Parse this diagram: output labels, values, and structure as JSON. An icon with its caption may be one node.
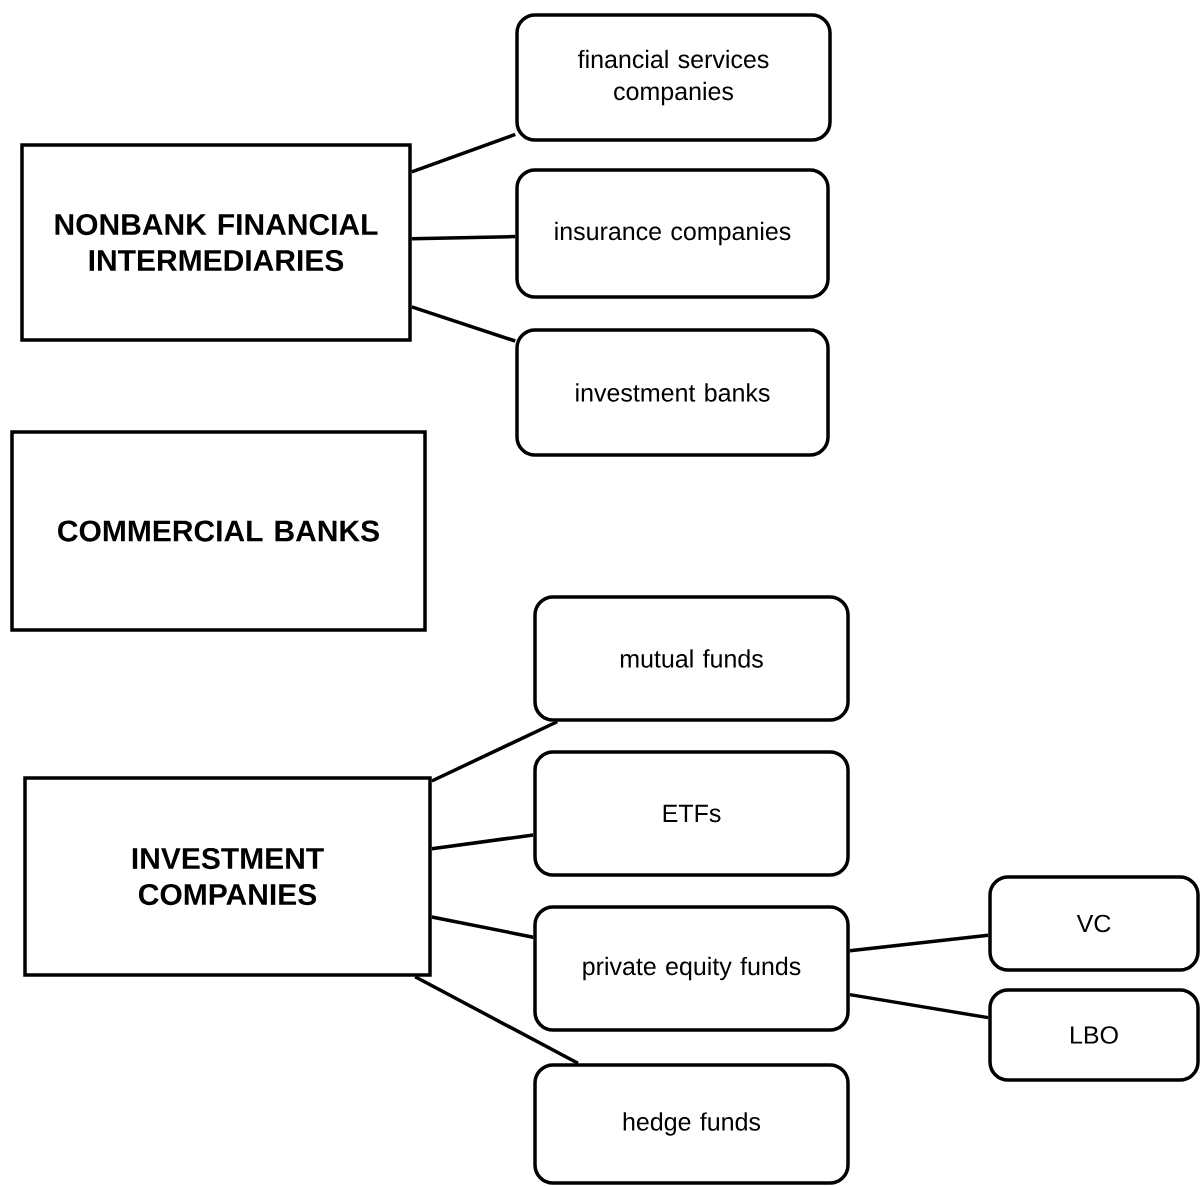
{
  "diagram": {
    "nodes": [
      {
        "text": [
          "NONBANK FINANCIAL INTERMEDIARIES"
        ]
      },
      {
        "text": [
          "financial services companies"
        ]
      },
      {
        "text": [
          "insurance companies"
        ]
      },
      {
        "text": [
          "investment banks"
        ]
      },
      {
        "text": [
          "COMMERCIAL BANKS"
        ]
      },
      {
        "text": [
          "INVESTMENT COMPANIES"
        ]
      },
      {
        "text": [
          "mutual funds"
        ]
      },
      {
        "text": [
          "ETFs"
        ]
      },
      {
        "text": [
          "private equity funds"
        ]
      },
      {
        "text": [
          "hedge funds"
        ]
      },
      {
        "text": [
          "VC"
        ]
      },
      {
        "text": [
          "LBO"
        ]
      }
    ],
    "edges": [
      {
        "from": 0,
        "to": 1,
        "arrow": "none"
      },
      {
        "from": 0,
        "to": 2,
        "arrow": "none"
      },
      {
        "from": 0,
        "to": 3,
        "arrow": "none"
      },
      {
        "from": 5,
        "to": 6,
        "arrow": "none"
      },
      {
        "from": 5,
        "to": 7,
        "arrow": "none"
      },
      {
        "from": 5,
        "to": 8,
        "arrow": "none"
      },
      {
        "from": 5,
        "to": 9,
        "arrow": "none"
      },
      {
        "from": 8,
        "to": 10,
        "arrow": "none"
      },
      {
        "from": 8,
        "to": 11,
        "arrow": "none"
      }
    ]
  }
}
